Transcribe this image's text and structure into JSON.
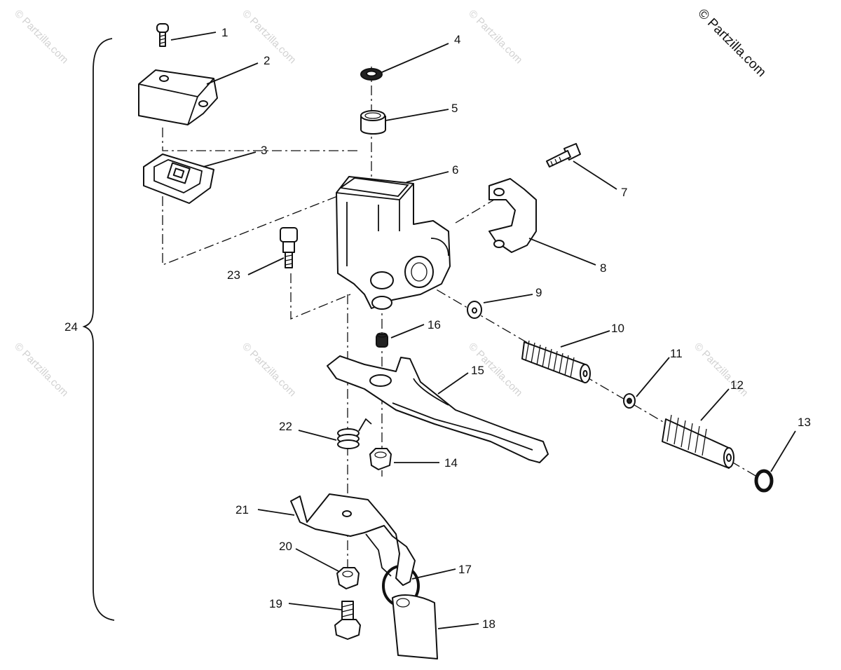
{
  "copyright": "© Partzilla.com",
  "watermark": "© Partzilla.com",
  "callouts": [
    {
      "id": "1",
      "label": "1"
    },
    {
      "id": "2",
      "label": "2"
    },
    {
      "id": "3",
      "label": "3"
    },
    {
      "id": "4",
      "label": "4"
    },
    {
      "id": "5",
      "label": "5"
    },
    {
      "id": "6",
      "label": "6"
    },
    {
      "id": "7",
      "label": "7"
    },
    {
      "id": "8",
      "label": "8"
    },
    {
      "id": "9",
      "label": "9"
    },
    {
      "id": "10",
      "label": "10"
    },
    {
      "id": "11",
      "label": "11"
    },
    {
      "id": "12",
      "label": "12"
    },
    {
      "id": "13",
      "label": "13"
    },
    {
      "id": "14",
      "label": "14"
    },
    {
      "id": "15",
      "label": "15"
    },
    {
      "id": "16",
      "label": "16"
    },
    {
      "id": "17",
      "label": "17"
    },
    {
      "id": "18",
      "label": "18"
    },
    {
      "id": "19",
      "label": "19"
    },
    {
      "id": "20",
      "label": "20"
    },
    {
      "id": "21",
      "label": "21"
    },
    {
      "id": "22",
      "label": "22"
    },
    {
      "id": "23",
      "label": "23"
    },
    {
      "id": "24",
      "label": "24"
    }
  ]
}
